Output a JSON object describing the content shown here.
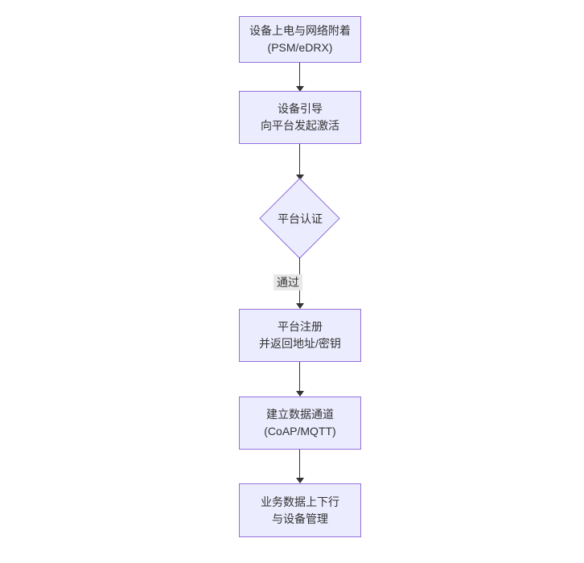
{
  "diagram": {
    "type": "flowchart",
    "direction": "top-down",
    "colors": {
      "background": "#ffffff",
      "node_fill": "#ececff",
      "node_border": "#9370db",
      "arrow": "#333333",
      "text": "#333333",
      "edge_label_bg": "#e8e8e8"
    },
    "nodes": [
      {
        "id": "power-attach",
        "shape": "rect",
        "lines": [
          "设备上电与网络附着",
          "(PSM/eDRX)"
        ]
      },
      {
        "id": "bootstrap-activate",
        "shape": "rect",
        "lines": [
          "设备引导",
          "向平台发起激活"
        ]
      },
      {
        "id": "platform-auth",
        "shape": "diamond",
        "lines": [
          "平台认证"
        ]
      },
      {
        "id": "platform-register",
        "shape": "rect",
        "lines": [
          "平台注册",
          "并返回地址/密钥"
        ]
      },
      {
        "id": "data-channel",
        "shape": "rect",
        "lines": [
          "建立数据通道",
          "(CoAP/MQTT)"
        ]
      },
      {
        "id": "business-data",
        "shape": "rect",
        "lines": [
          "业务数据上下行",
          "与设备管理"
        ]
      }
    ],
    "edges": [
      {
        "from": "power-attach",
        "to": "bootstrap-activate",
        "label": ""
      },
      {
        "from": "bootstrap-activate",
        "to": "platform-auth",
        "label": ""
      },
      {
        "from": "platform-auth",
        "to": "platform-register",
        "label": "通过"
      },
      {
        "from": "platform-register",
        "to": "data-channel",
        "label": ""
      },
      {
        "from": "data-channel",
        "to": "business-data",
        "label": ""
      }
    ]
  }
}
